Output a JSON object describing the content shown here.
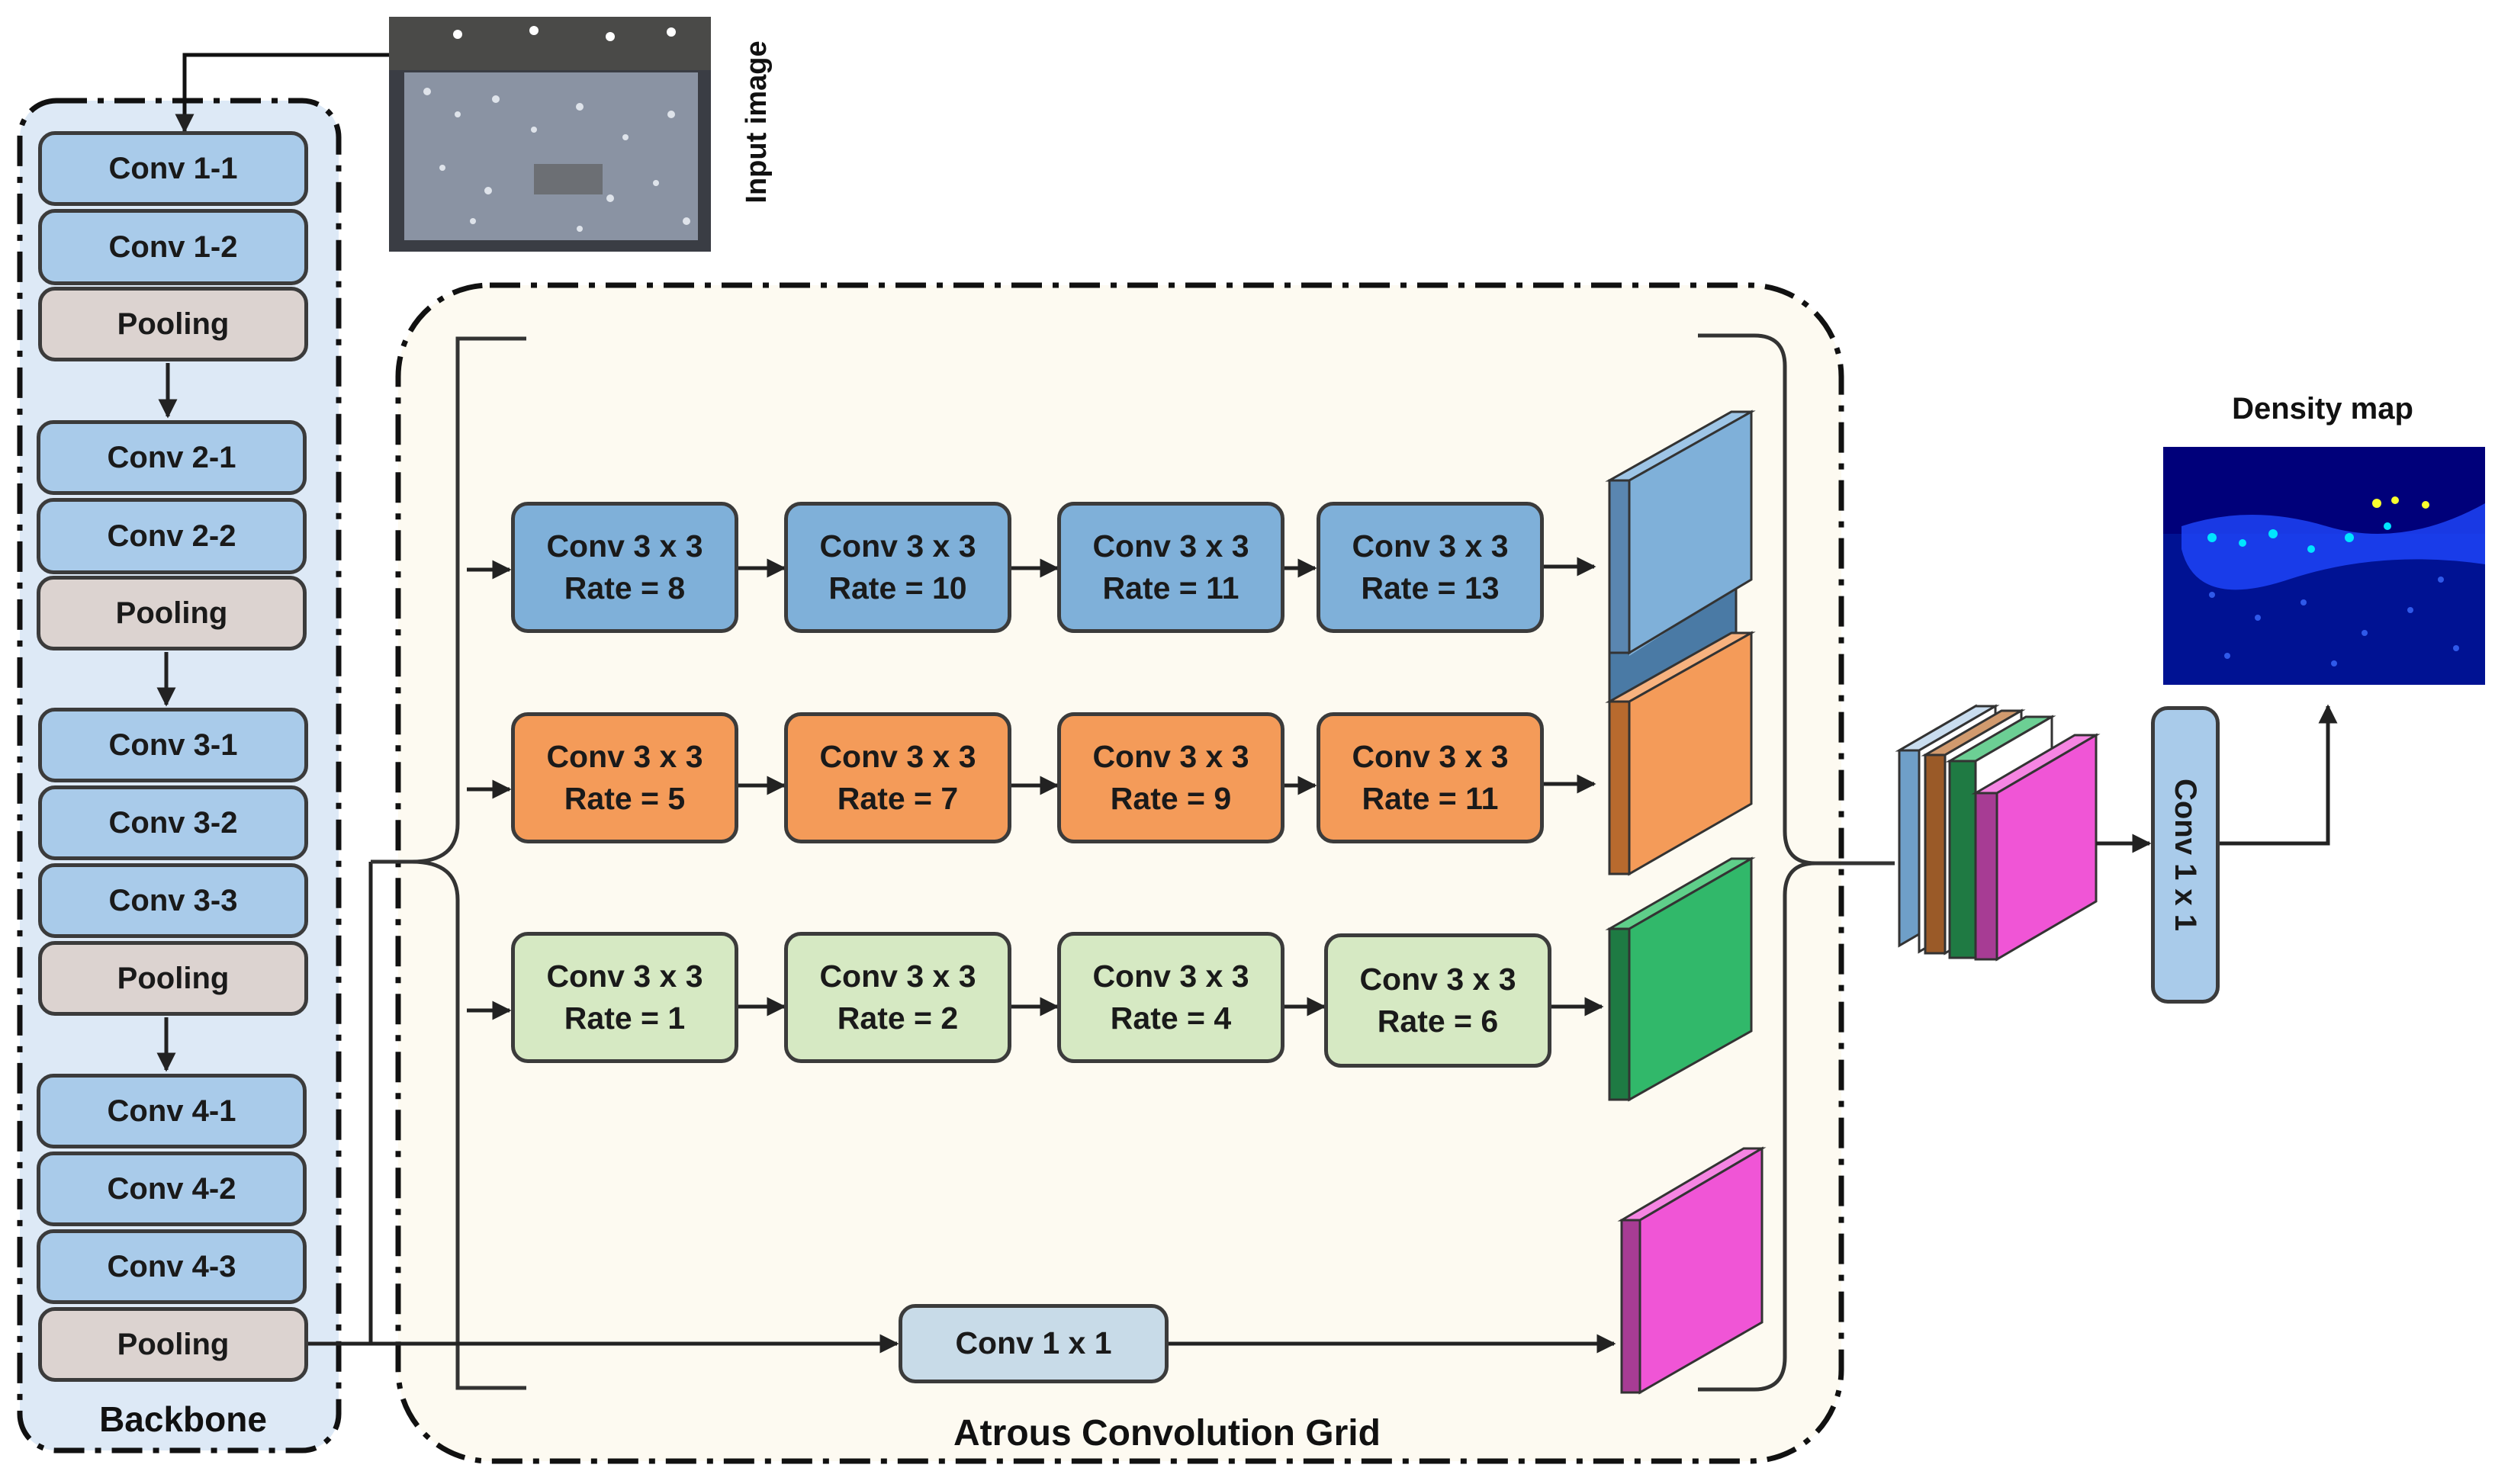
{
  "diagram": {
    "input_label": "Input image",
    "backbone_title": "Backbone",
    "grid_title": "Atrous Convolution Grid",
    "density_title": "Density map",
    "final_conv_label": "Conv 1 x 1",
    "backbone": [
      "Conv 1-1",
      "Conv 1-2",
      "Pooling",
      "Conv 2-1",
      "Conv 2-2",
      "Pooling",
      "Conv 3-1",
      "Conv 3-2",
      "Conv 3-3",
      "Pooling",
      "Conv 4-1",
      "Conv 4-2",
      "Conv 4-3",
      "Pooling"
    ],
    "branches": [
      {
        "color": "blue",
        "blocks": [
          {
            "op": "Conv 3 x 3",
            "rate": "Rate = 8"
          },
          {
            "op": "Conv 3 x 3",
            "rate": "Rate = 10"
          },
          {
            "op": "Conv 3 x 3",
            "rate": "Rate = 11"
          },
          {
            "op": "Conv 3 x 3",
            "rate": "Rate = 13"
          }
        ]
      },
      {
        "color": "orange",
        "blocks": [
          {
            "op": "Conv 3 x 3",
            "rate": "Rate = 5"
          },
          {
            "op": "Conv 3 x 3",
            "rate": "Rate = 7"
          },
          {
            "op": "Conv 3 x 3",
            "rate": "Rate = 9"
          },
          {
            "op": "Conv 3 x 3",
            "rate": "Rate = 11"
          }
        ]
      },
      {
        "color": "green",
        "blocks": [
          {
            "op": "Conv 3 x 3",
            "rate": "Rate = 1"
          },
          {
            "op": "Conv 3 x 3",
            "rate": "Rate = 2"
          },
          {
            "op": "Conv 3 x 3",
            "rate": "Rate = 4"
          },
          {
            "op": "Conv 3 x 3",
            "rate": "Rate = 6"
          }
        ]
      }
    ],
    "bottom_branch_label": "Conv 1 x 1",
    "colors": {
      "backbone_bg": "#dde9f6",
      "conv_blue": "#a9cbea",
      "pooling": "#dcd3d0",
      "grid_bg": "#fdfaf1",
      "branch_blue": "#7fb0d9",
      "branch_orange": "#f49b59",
      "branch_green": "#d6e9c3",
      "bottom_conv": "#c8dbe8",
      "cube_blue": "#6f9fc8",
      "cube_orange": "#f0924f",
      "cube_green": "#31b86a",
      "cube_magenta": "#f055d6"
    }
  }
}
